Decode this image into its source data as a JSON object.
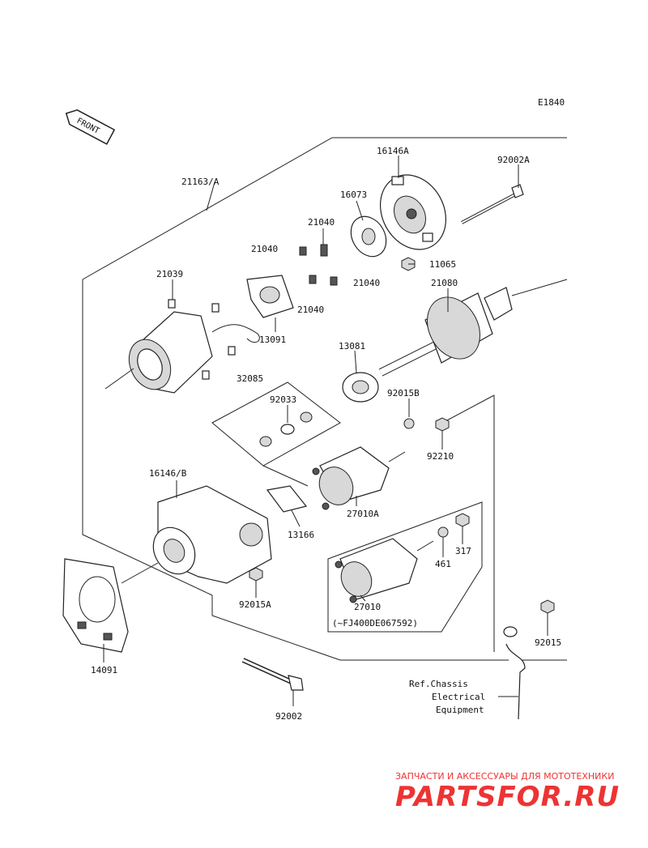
{
  "diagram_code": "E1840",
  "front_label": "FRONT",
  "labels": {
    "p21163A": "21163/A",
    "p16146A": "16146A",
    "p92002A": "92002A",
    "p16073": "16073",
    "p21040a": "21040",
    "p21040b": "21040",
    "p21040c": "21040",
    "p21040d": "21040",
    "p11065": "11065",
    "p21039": "21039",
    "p21080": "21080",
    "p13091": "13091",
    "p13081": "13081",
    "p32085": "32085",
    "p92033": "92033",
    "p92015B": "92015B",
    "p92210": "92210",
    "p16146B": "16146/B",
    "p27010A": "27010A",
    "p13166": "13166",
    "p461": "461",
    "p317": "317",
    "p92015A": "92015A",
    "p27010": "27010",
    "fj_note": "(~FJ400DE067592)",
    "p14091": "14091",
    "p92015": "92015",
    "p92002": "92002",
    "ref1": "Ref.Chassis",
    "ref2": "Electrical",
    "ref3": "Equipment"
  },
  "watermark": {
    "tagline": "ЗАПЧАСТИ И АКСЕССУАРЫ ДЛЯ МОТОТЕХНИКИ",
    "brand": "PARTSFOR.RU"
  }
}
